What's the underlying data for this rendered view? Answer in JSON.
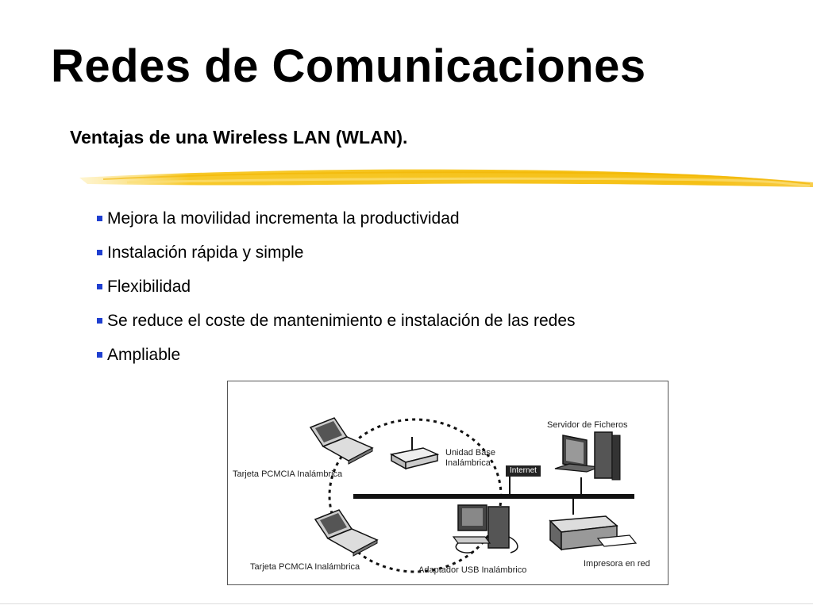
{
  "slide": {
    "title": "Redes de Comunicaciones",
    "subtitle": "Ventajas de una Wireless LAN (WLAN).",
    "accent_color": "#f5c518",
    "bullet_color": "#1f3fd0",
    "bullets": [
      "Mejora la movilidad incrementa la productividad",
      "Instalación rápida y simple",
      "Flexibilidad",
      "Se reduce el coste de mantenimiento e instalación de las redes",
      "Ampliable"
    ]
  },
  "diagram": {
    "labels": {
      "laptop_top": "Tarjeta PCMCIA Inalámbrica",
      "laptop_bottom": "Tarjeta PCMCIA Inalámbrica",
      "base_unit_line1": "Unidad Base",
      "base_unit_line2": "Inalámbrica",
      "internet": "Internet",
      "file_server": "Servidor de Ficheros",
      "usb_adapter": "Adaptador USB Inalámbrico",
      "printer": "Impresora en red"
    }
  }
}
